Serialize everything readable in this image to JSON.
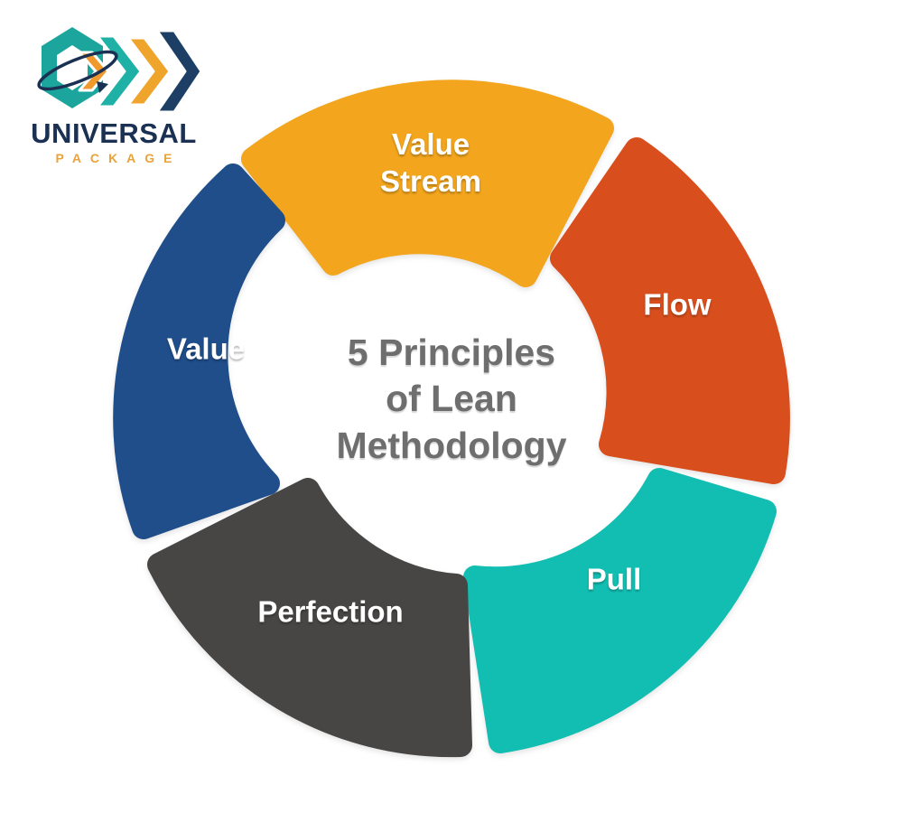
{
  "logo": {
    "name": "UNIVERSAL",
    "subname": "PACKAGE",
    "name_color": "#1b3153",
    "subname_color": "#e8a33b",
    "icon_colors": {
      "hex_ring_teal": "#1ca59c",
      "chevron_orange": "#f0992c",
      "chevron_teal": "#1fb0a6",
      "chevron_gold": "#efa42b",
      "chevron_navy": "#1d3f66",
      "orbit_navy": "#1b3153"
    }
  },
  "diagram": {
    "type": "cycle",
    "center_title": "5 Principles of Lean Methodology",
    "center_title_lines": [
      "5 Principles",
      "of Lean",
      "Methodology"
    ],
    "center_title_color": "#6e6e6e",
    "label_color": "#ffffff",
    "segments": [
      {
        "label": "Value Stream",
        "color": "#f2a51d",
        "position": "top"
      },
      {
        "label": "Flow",
        "color": "#d84e1c",
        "position": "upper-right"
      },
      {
        "label": "Pull",
        "color": "#12beb2",
        "position": "lower-right"
      },
      {
        "label": "Perfection",
        "color": "#484645",
        "position": "bottom-left"
      },
      {
        "label": "Value",
        "color": "#1f4e8a",
        "position": "upper-left"
      }
    ]
  }
}
